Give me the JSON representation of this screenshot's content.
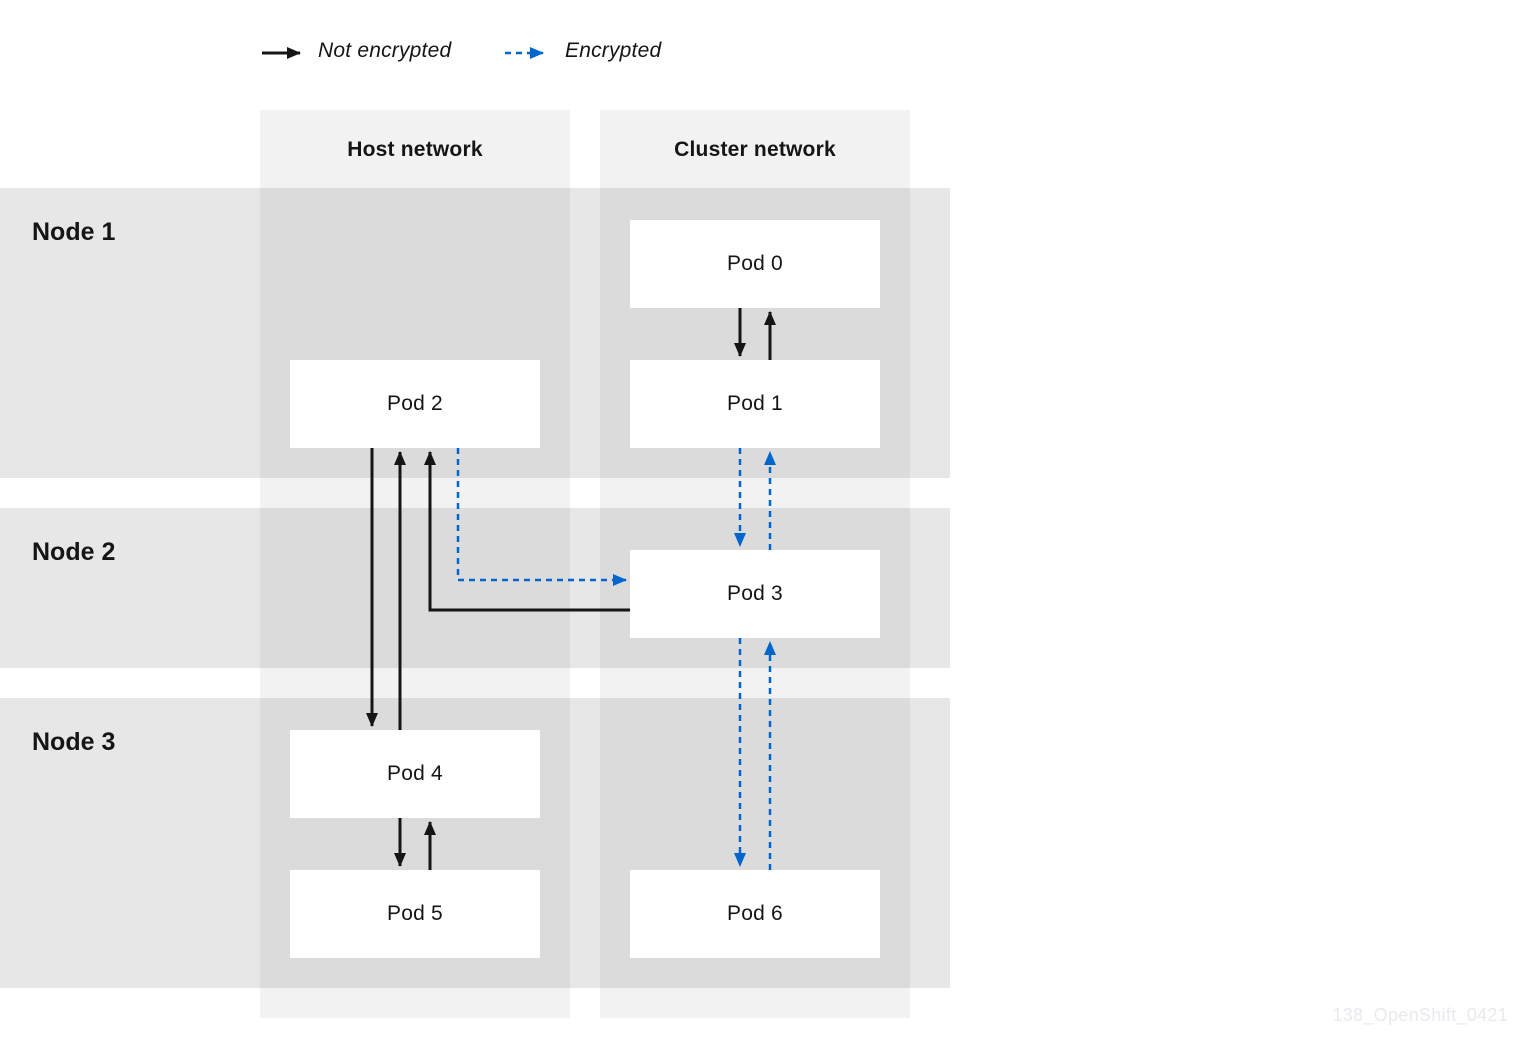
{
  "legend": {
    "not_encrypted_label": "Not encrypted",
    "encrypted_label": "Encrypted"
  },
  "columns": [
    {
      "label": "Host network"
    },
    {
      "label": "Cluster network"
    }
  ],
  "node_rows": [
    {
      "label": "Node 1"
    },
    {
      "label": "Node 2"
    },
    {
      "label": "Node 3"
    }
  ],
  "pods": [
    {
      "label": "Pod 0",
      "node": "Node 1",
      "network": "Cluster network"
    },
    {
      "label": "Pod 1",
      "node": "Node 1",
      "network": "Cluster network"
    },
    {
      "label": "Pod 2",
      "node": "Node 1",
      "network": "Host network"
    },
    {
      "label": "Pod 3",
      "node": "Node 2",
      "network": "Cluster network"
    },
    {
      "label": "Pod 4",
      "node": "Node 3",
      "network": "Host network"
    },
    {
      "label": "Pod 5",
      "node": "Node 3",
      "network": "Host network"
    },
    {
      "label": "Pod 6",
      "node": "Node 3",
      "network": "Cluster network"
    }
  ],
  "edges": [
    {
      "from": "Pod 0",
      "to": "Pod 1",
      "type": "not_encrypted"
    },
    {
      "from": "Pod 1",
      "to": "Pod 0",
      "type": "not_encrypted"
    },
    {
      "from": "Pod 2",
      "to": "Pod 4",
      "type": "not_encrypted"
    },
    {
      "from": "Pod 4",
      "to": "Pod 2",
      "type": "not_encrypted"
    },
    {
      "from": "Pod 3",
      "to": "Pod 2",
      "type": "not_encrypted"
    },
    {
      "from": "Pod 2",
      "to": "Pod 3",
      "type": "encrypted"
    },
    {
      "from": "Pod 1",
      "to": "Pod 3",
      "type": "encrypted"
    },
    {
      "from": "Pod 3",
      "to": "Pod 1",
      "type": "encrypted"
    },
    {
      "from": "Pod 3",
      "to": "Pod 6",
      "type": "encrypted"
    },
    {
      "from": "Pod 6",
      "to": "Pod 3",
      "type": "encrypted"
    },
    {
      "from": "Pod 4",
      "to": "Pod 5",
      "type": "not_encrypted"
    },
    {
      "from": "Pod 5",
      "to": "Pod 4",
      "type": "not_encrypted"
    }
  ],
  "colors": {
    "not_encrypted": "#151515",
    "encrypted": "#0066cc"
  },
  "watermark": "138_OpenShift_0421"
}
